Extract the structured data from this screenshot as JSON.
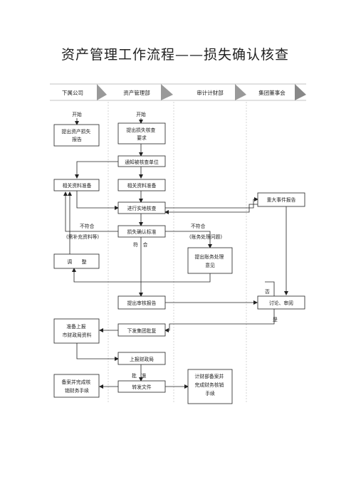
{
  "title": "资产管理工作流程——损失确认核查",
  "lanes": [
    "下属公司",
    "资产管理部",
    "审计计财部",
    "集团董事会"
  ],
  "start_labels": [
    "开始",
    "开始"
  ],
  "nodes": {
    "n1": [
      "提出资产损失",
      "报告"
    ],
    "n2": [
      "提出损失核查",
      "要求"
    ],
    "n3": [
      "通知被核查单位"
    ],
    "n4": [
      "相关资料准备"
    ],
    "n5": [
      "相关资料准备"
    ],
    "n6": [
      "进行实地核查"
    ],
    "n7": [
      "重大事件报告"
    ],
    "n8": [
      "损失确认标准"
    ],
    "n9": [
      "调　　整"
    ],
    "n10": [
      "提出账务处理",
      "意见"
    ],
    "n11": [
      "提出审核报告"
    ],
    "n12": [
      "讨论、审阅"
    ],
    "n13": [
      "准备上报",
      "市财政局资料"
    ],
    "n14": [
      "下发集团批复"
    ],
    "n15": [
      "上报财政局"
    ],
    "n16": [
      "备案并完成核",
      "销财务手续"
    ],
    "n17": [
      "转发文件"
    ],
    "n18": [
      "计财部备案并",
      "完成财务核销",
      "手续"
    ]
  },
  "edge_labels": {
    "not_ok_left": "不符合",
    "need_more": "(需补充资料等)",
    "not_ok_right": "不符合",
    "account_issue": "(账务处理问题)",
    "ok": "符　合",
    "no": "否",
    "yes": "是",
    "approve": "批　准"
  }
}
